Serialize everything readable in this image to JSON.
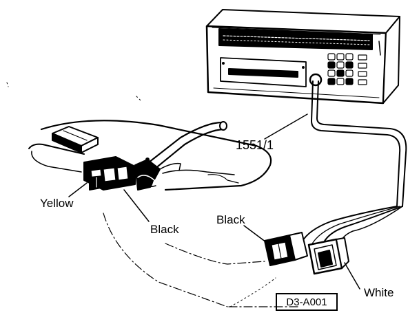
{
  "labels": {
    "cable": "1551/1",
    "yellow": "Yellow",
    "black_left": "Black",
    "black_right": "Black",
    "white": "White"
  },
  "figure_id": "D3-A001",
  "colors": {
    "ink": "#000000",
    "paper": "#ffffff"
  }
}
